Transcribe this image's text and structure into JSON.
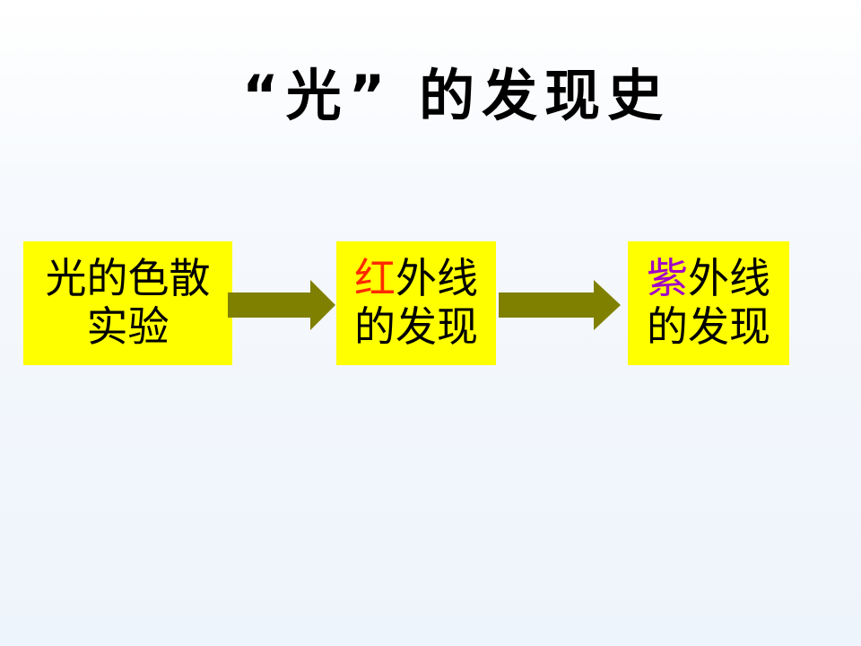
{
  "title": {
    "text": "“光” 的发现史"
  },
  "boxes": [
    {
      "line1": "光的色散",
      "line2": "实验"
    },
    {
      "line1_highlight": "红",
      "line1_rest": "外线",
      "line2": "的发现",
      "highlight_color": "#ff2a00"
    },
    {
      "line1_highlight": "紫",
      "line1_rest": "外线",
      "line2": "的发现",
      "highlight_color": "#a000c8"
    }
  ],
  "colors": {
    "box_fill": "#ffff00",
    "arrow_fill": "#808000",
    "text": "#000000"
  }
}
